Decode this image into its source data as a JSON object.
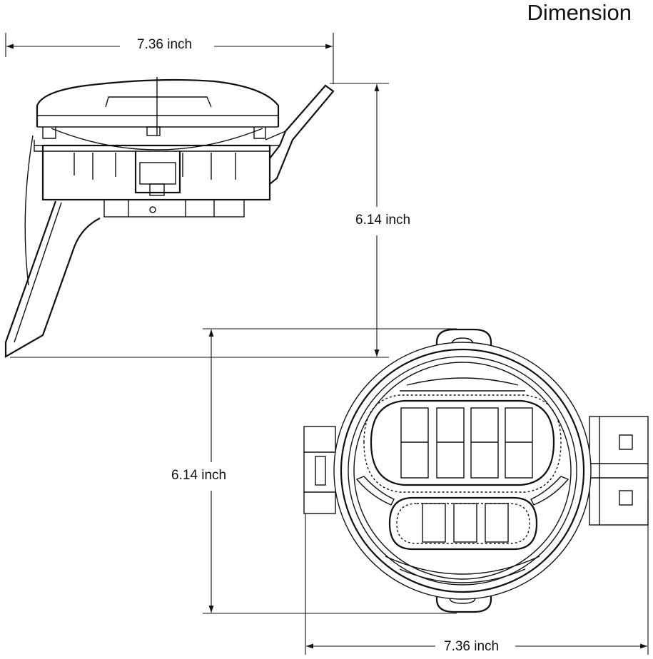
{
  "title": "Dimension",
  "dimensions": {
    "side_width": "7.36 inch",
    "side_height": "6.14 inch",
    "front_height": "6.14 inch",
    "front_width": "7.36 inch"
  }
}
